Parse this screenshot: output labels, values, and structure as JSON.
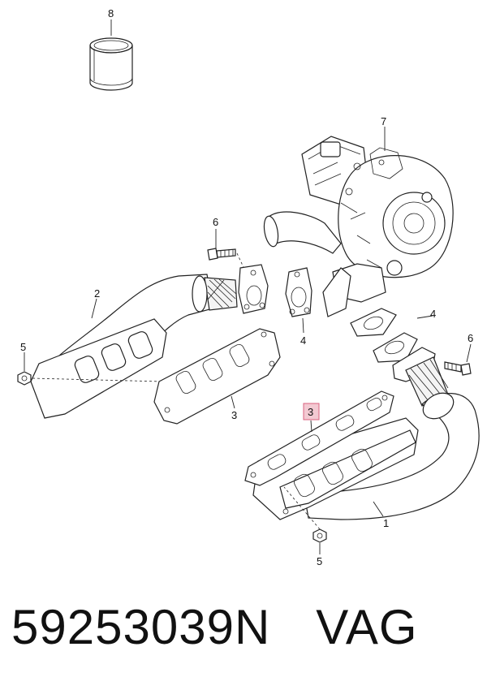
{
  "callouts": {
    "sleeve": "8",
    "turbo": "7",
    "bolt_top": "6",
    "bolt_right": "6",
    "manifold_left": "2",
    "nut_left": "5",
    "nut_bottom": "5",
    "gasket_left": "3",
    "gasket_highlight": "3",
    "flange_gasket_center": "4",
    "flange_gasket_right": "4",
    "manifold_right": "1"
  },
  "footer": {
    "part_number": "59253039N",
    "brand": "VAG"
  },
  "colors": {
    "highlight_fill": "#f3c9d2",
    "highlight_stroke": "#d9627f",
    "line": "#222222"
  }
}
